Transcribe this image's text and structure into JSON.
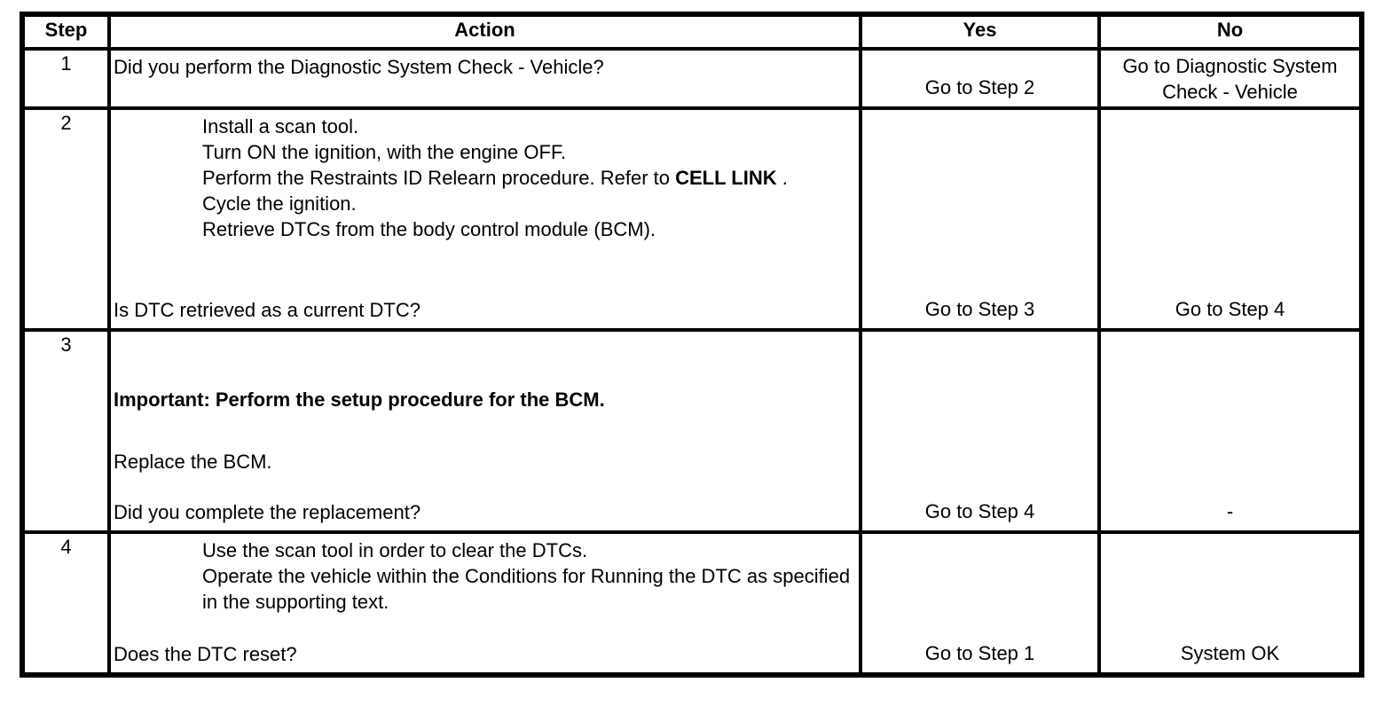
{
  "colors": {
    "background": "#ffffff",
    "text": "#000000",
    "border": "#000000"
  },
  "table": {
    "headers": {
      "step": "Step",
      "action": "Action",
      "yes": "Yes",
      "no": "No"
    },
    "rows": [
      {
        "step": "1",
        "question": "Did you perform the Diagnostic System Check - Vehicle?",
        "yes": "Go to Step 2",
        "no": "Go to Diagnostic System Check - Vehicle"
      },
      {
        "step": "2",
        "items": [
          {
            "text": "Install a scan tool."
          },
          {
            "text": "Turn ON the ignition, with the engine OFF."
          },
          {
            "pre": "Perform the Restraints ID Relearn procedure. Refer to ",
            "bold": "CELL LINK",
            "post": " ."
          },
          {
            "text": "Cycle the ignition."
          },
          {
            "text": "Retrieve DTCs from the body control module (BCM)."
          }
        ],
        "question": "Is DTC retrieved as a current DTC?",
        "yes": "Go to Step 3",
        "no": "Go to Step 4"
      },
      {
        "step": "3",
        "important": "Important: Perform the setup procedure for the BCM.",
        "body": "Replace the BCM.",
        "question": "Did you complete the replacement?",
        "yes": "Go to Step 4",
        "no": "-"
      },
      {
        "step": "4",
        "items": [
          {
            "text": "Use the scan tool in order to clear the DTCs."
          },
          {
            "text": "Operate the vehicle within the Conditions for Running the DTC as specified in the supporting text."
          }
        ],
        "question": "Does the DTC reset?",
        "yes": "Go to Step 1",
        "no": "System OK"
      }
    ]
  }
}
